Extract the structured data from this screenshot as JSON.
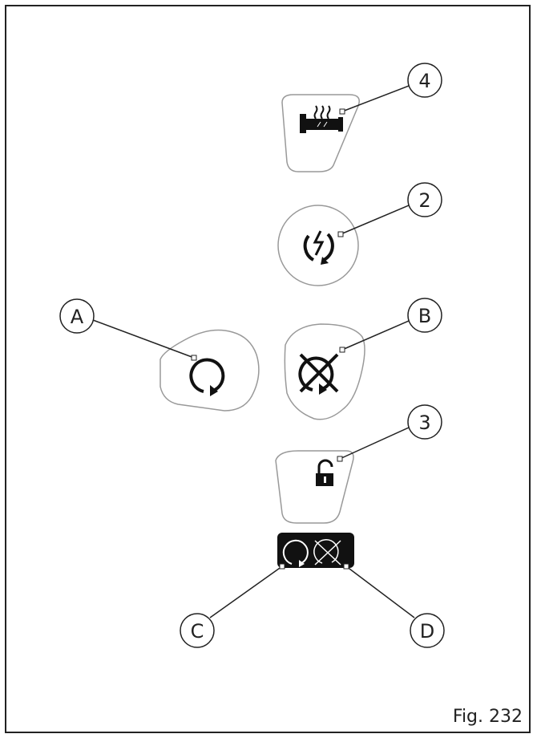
{
  "figure": {
    "caption": "Fig. 232"
  },
  "callouts": {
    "c4": "4",
    "c2": "2",
    "cA": "A",
    "cB": "B",
    "c3": "3",
    "cC": "C",
    "cD": "D"
  },
  "icons": {
    "button_4": "heated-grip-icon",
    "button_2": "engine-start-icon",
    "button_A": "cruise-control-on-icon",
    "button_B": "cruise-control-off-icon",
    "button_3": "lock-icon",
    "indicator_C": "cruise-on-indicator-icon",
    "indicator_D": "cruise-off-indicator-icon"
  },
  "colors": {
    "line": "#222222",
    "button_outline": "#999999",
    "indicator_panel": "#111111"
  }
}
